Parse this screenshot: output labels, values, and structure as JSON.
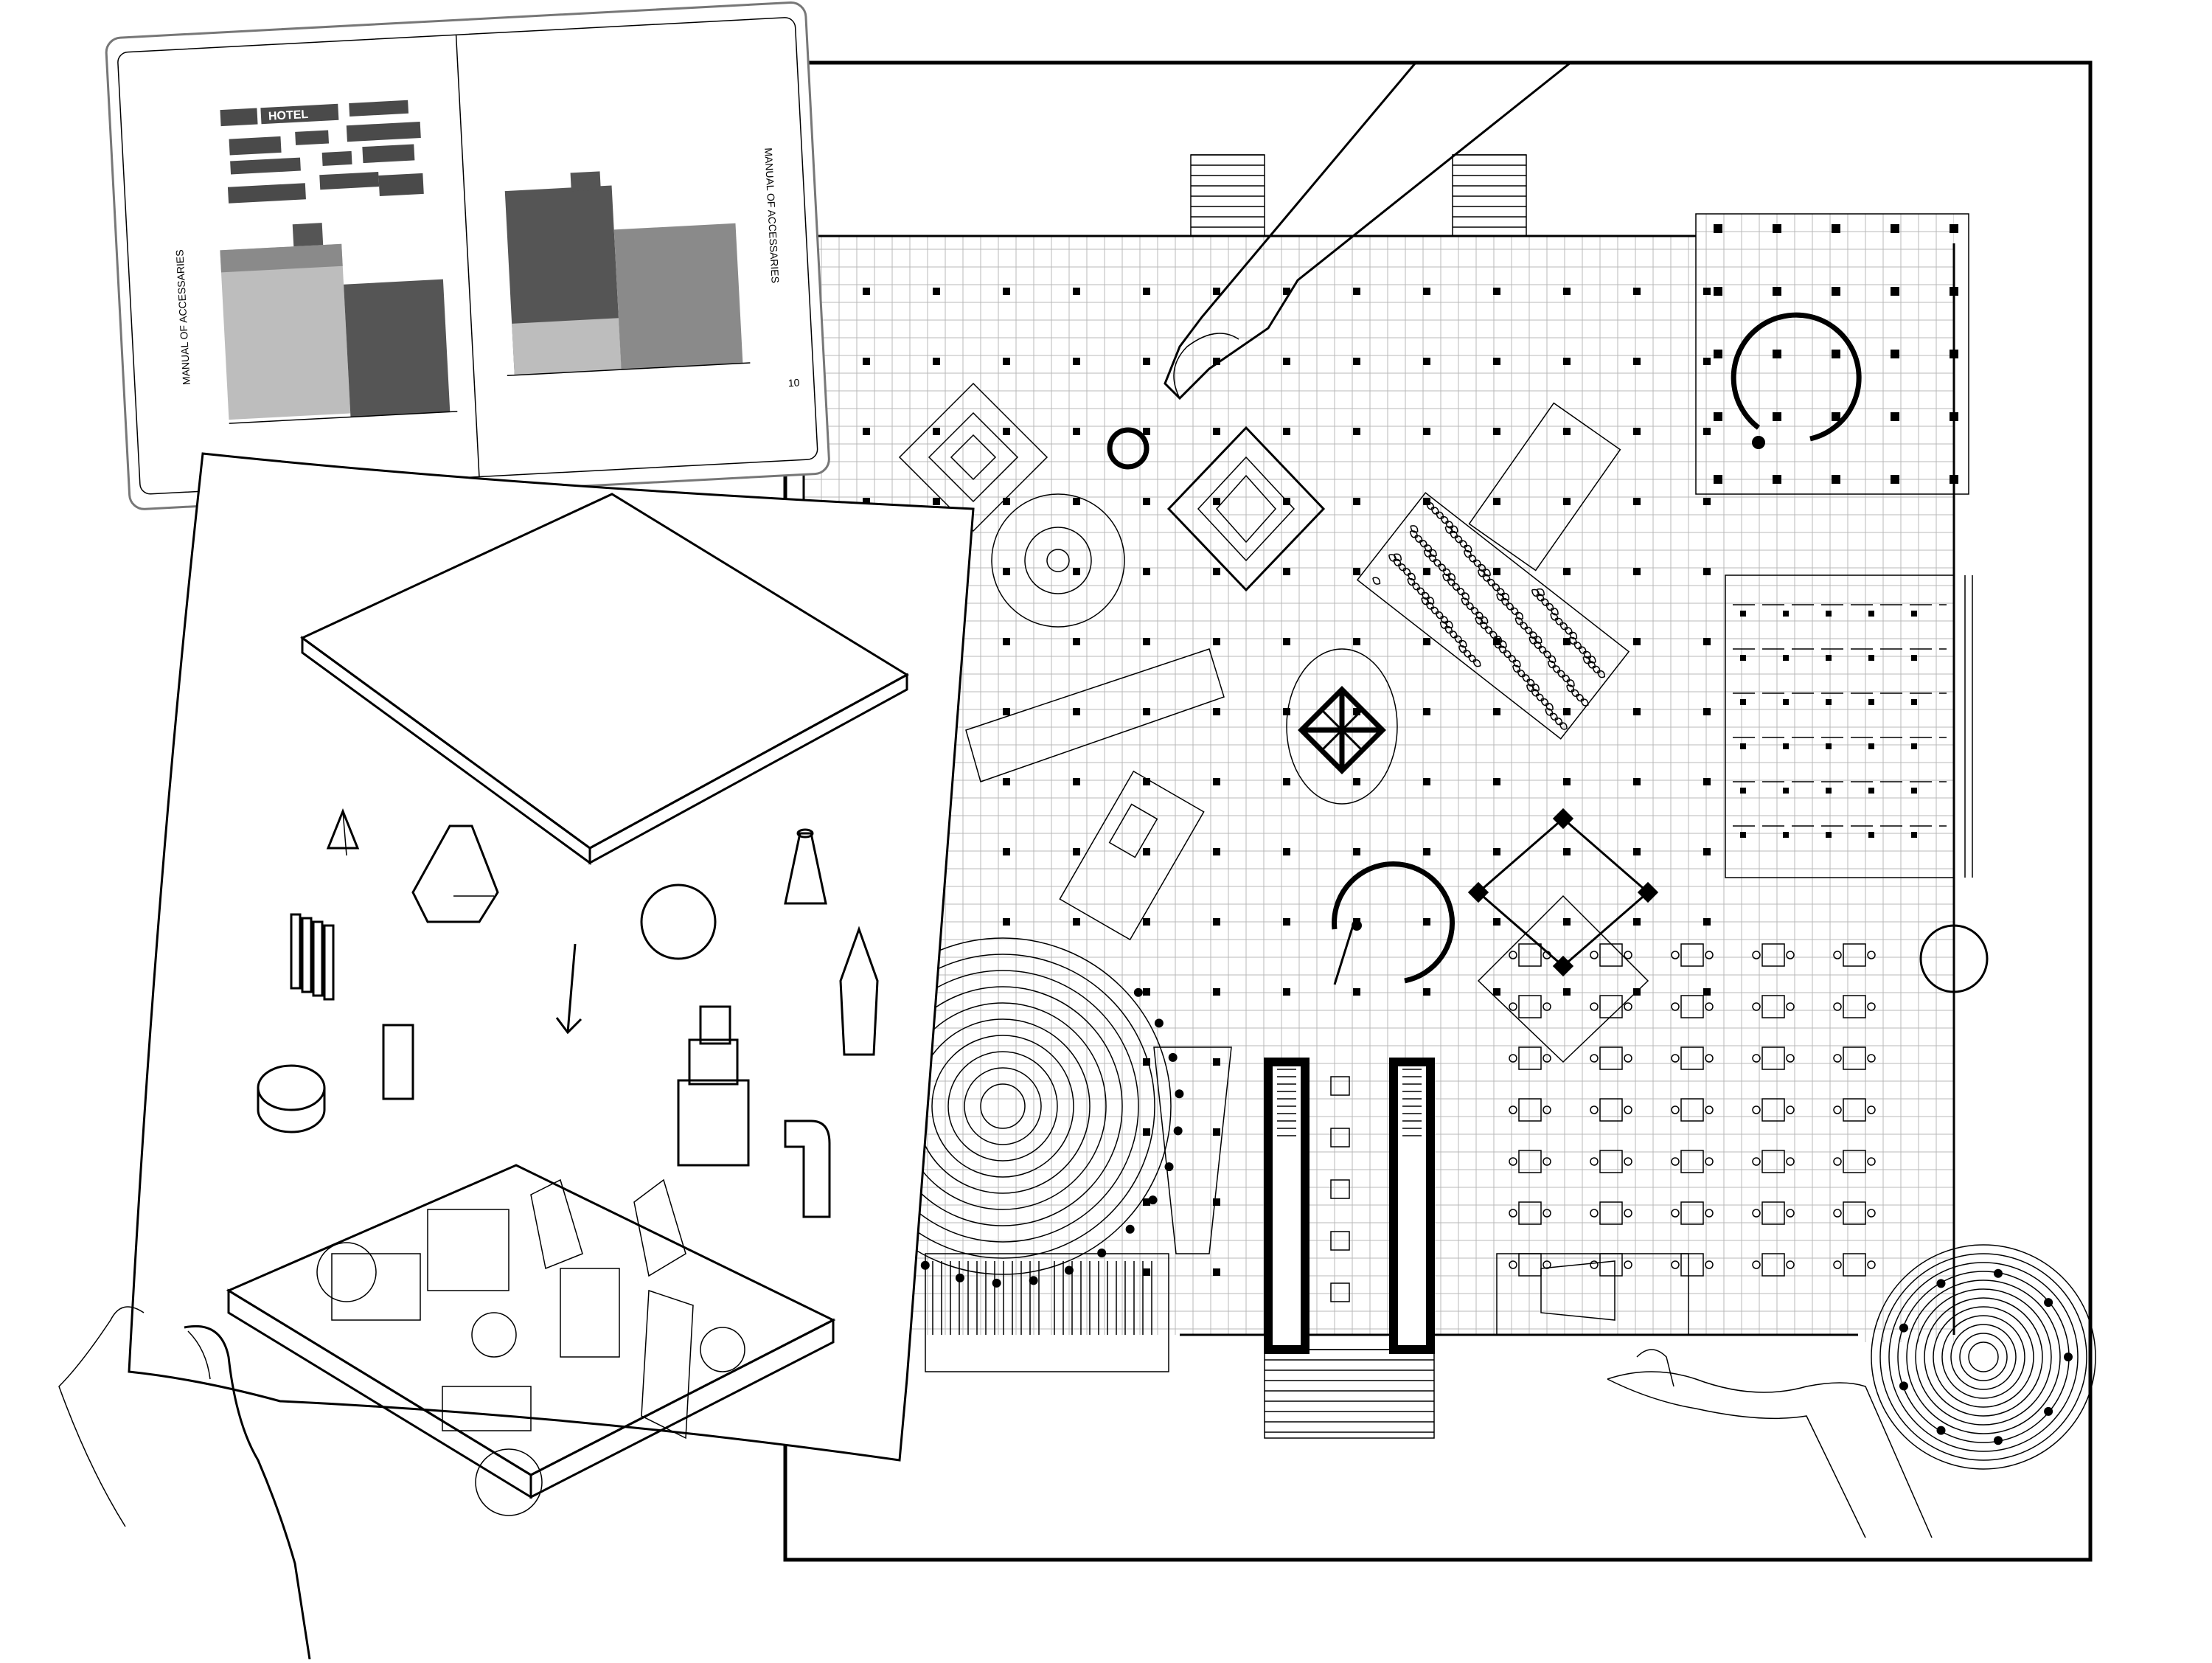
{
  "booklet": {
    "left_spine_label": "MANUAL OF ACCESSARIES",
    "right_spine_label": "MANUAL OF ACCESSARIES",
    "page_number": "10",
    "sign_texts": [
      "HOTEL"
    ]
  }
}
